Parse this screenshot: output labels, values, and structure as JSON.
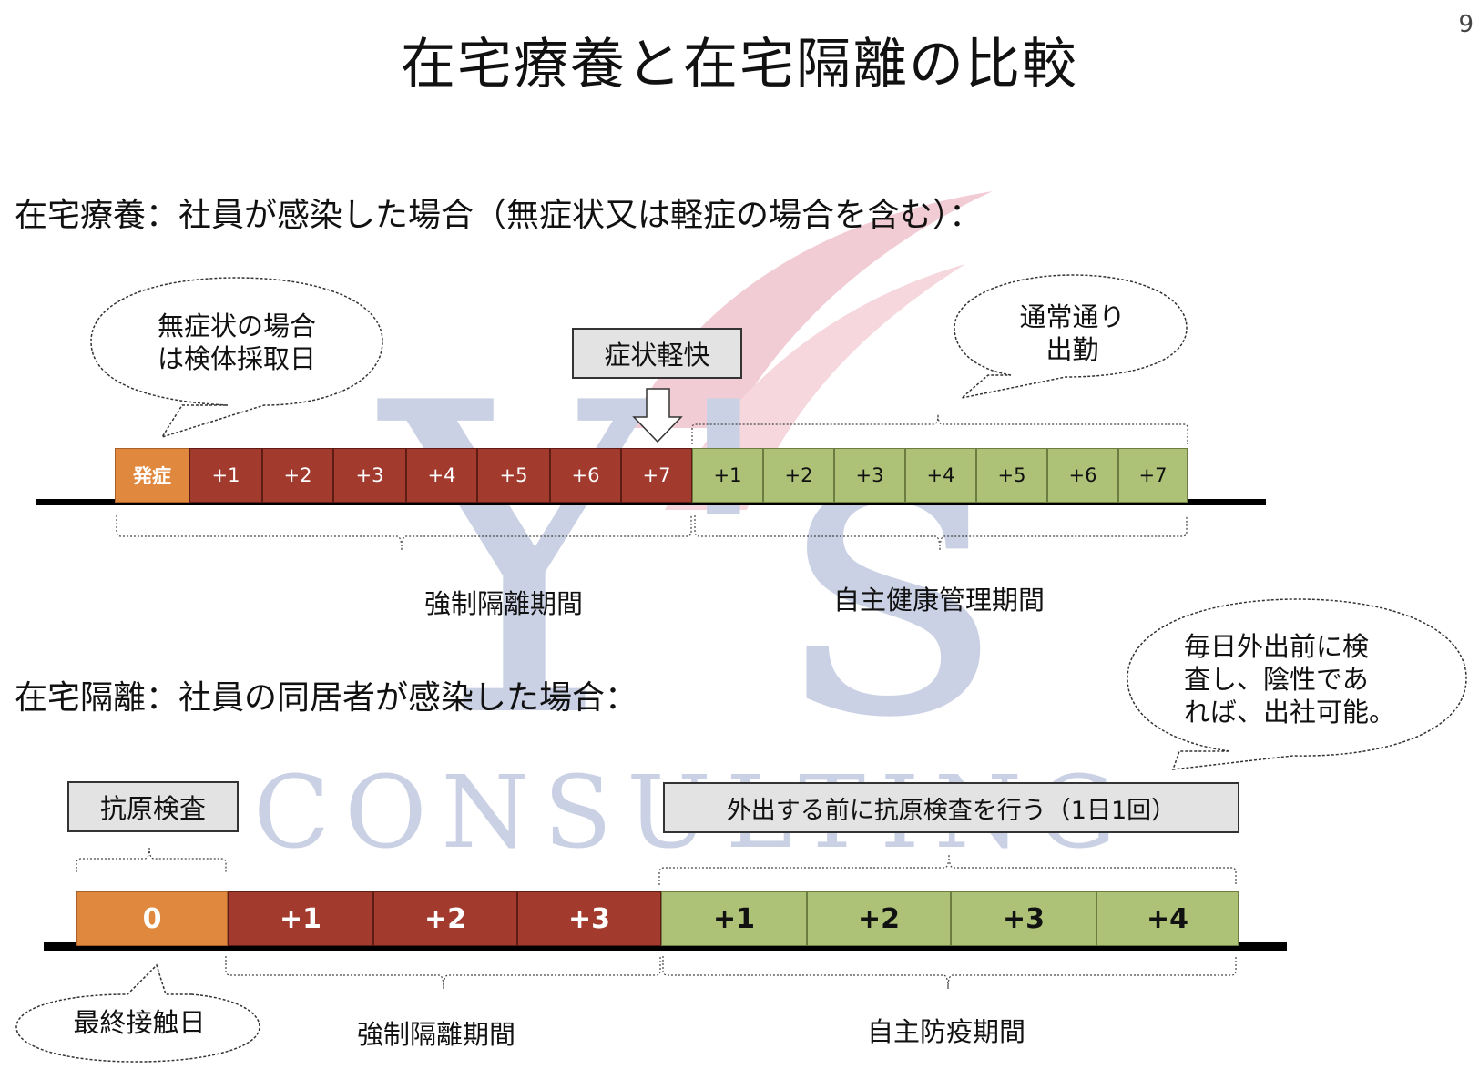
{
  "page": {
    "title": "在宅療養と在宅隔離の比較",
    "page_number": "9"
  },
  "watermark": {
    "logo_text": "Y's",
    "word": "CONSULTING",
    "colors": {
      "blue": "#c5cde2",
      "pink": "#f1c7d0"
    }
  },
  "colors": {
    "onset": "#e0883d",
    "isolation": "#a23a2e",
    "selfcare": "#adc177",
    "callout_box": "#e3e3e3",
    "axis": "#000000"
  },
  "section1": {
    "heading": "在宅療養：社員が感染した場合（無症状又は軽症の場合を含む）：",
    "bubble_left": {
      "line1": "無症状の場合",
      "line2": "は検体採取日"
    },
    "symptom_box": "症状軽快",
    "bubble_right": {
      "line1": "通常通り",
      "line2": "出勤"
    },
    "cells_onset": [
      "発症"
    ],
    "cells_isolation": [
      "+1",
      "+2",
      "+3",
      "+4",
      "+5",
      "+6",
      "+7"
    ],
    "cells_selfcare": [
      "+1",
      "+2",
      "+3",
      "+4",
      "+5",
      "+6",
      "+7"
    ],
    "period_left": "強制隔離期間",
    "period_right": "自主健康管理期間"
  },
  "section2": {
    "heading": "在宅隔離：社員の同居者が感染した場合：",
    "bubble_top": {
      "line1": "毎日外出前に検",
      "line2": "査し、陰性であ",
      "line3": "れば、出社可能。"
    },
    "antigen_box": "抗原検査",
    "test_box": "外出する前に抗原検査を行う（1日1回）",
    "cells_contact": [
      "0"
    ],
    "cells_isolation": [
      "+1",
      "+2",
      "+3"
    ],
    "cells_selfcare": [
      "+1",
      "+2",
      "+3",
      "+4"
    ],
    "bubble_bottom": "最終接触日",
    "period_left": "強制隔離期間",
    "period_right": "自主防疫期間"
  }
}
